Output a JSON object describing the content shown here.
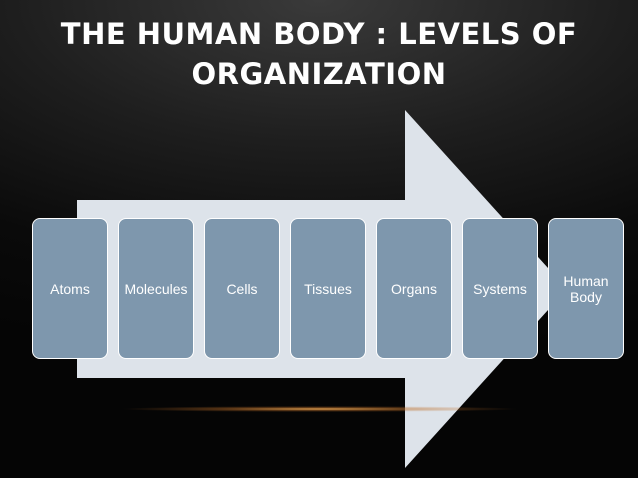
{
  "title": "THE HUMAN BODY : LEVELS OF ORGANIZATION",
  "colors": {
    "background": "#0a0a0a",
    "arrow_fill": "#dde3ea",
    "box_fill": "#7e97ad",
    "box_border": "#ffffff",
    "text": "#ffffff",
    "highlight": "#f0a050"
  },
  "levels": [
    {
      "label": "Atoms"
    },
    {
      "label": "Molecules"
    },
    {
      "label": "Cells"
    },
    {
      "label": "Tissues"
    },
    {
      "label": "Organs"
    },
    {
      "label": "Systems"
    },
    {
      "label": "Human\nBody"
    }
  ]
}
